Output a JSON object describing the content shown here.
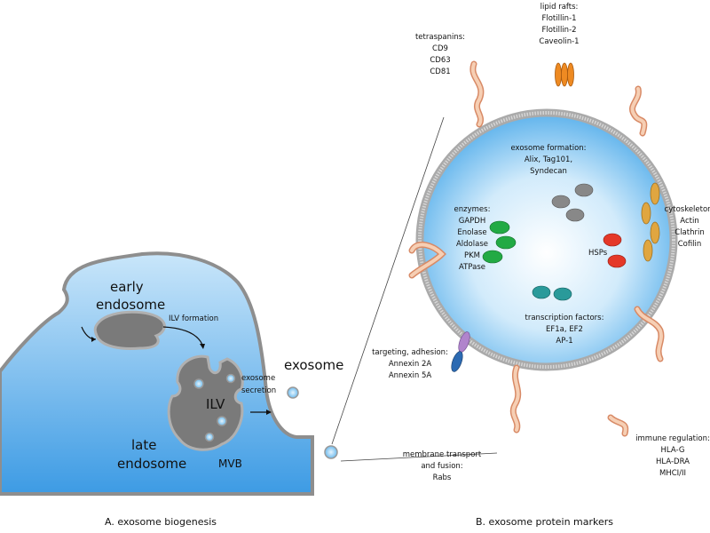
{
  "panel_a": {
    "title": "A. exosome biogenesis",
    "early_endosome": [
      "early",
      "endosome"
    ],
    "ilv_formation": "ILV formation",
    "ilv": "ILV",
    "late_endosome": [
      "late",
      "endosome"
    ],
    "mvb": "MVB",
    "exosome_secretion": [
      "exosome",
      "secretion"
    ],
    "exosome": "exosome"
  },
  "panel_b": {
    "title": "B. exosome protein markers",
    "tetraspanins": [
      "tetraspanins:",
      "CD9",
      "CD63",
      "CD81"
    ],
    "lipid_rafts": [
      "lipid rafts:",
      "Flotillin-1",
      "Flotillin-2",
      "Caveolin-1"
    ],
    "exosome_formation": [
      "exosome formation:",
      "Alix, Tag101,",
      "Syndecan"
    ],
    "enzymes": [
      "enzymes:",
      "GAPDH",
      "Enolase",
      "Aldolase",
      "PKM",
      "ATPase"
    ],
    "hsps": "HSPs",
    "cytoskeleton": [
      "cytoskeleton:",
      "Actin",
      "Clathrin",
      "Cofilin"
    ],
    "transcription_factors": [
      "transcription factors:",
      "EF1a, EF2",
      "AP-1"
    ],
    "targeting_adhesion": [
      "targeting, adhesion:",
      "Annexin 2A",
      "Annexin 5A"
    ],
    "membrane_transport": [
      "membrane transport",
      "and fusion:",
      "Rabs"
    ],
    "immune_regulation": [
      "immune regulation:",
      "HLA-G",
      "HLA-DRA",
      "MHCI/II"
    ]
  },
  "colors": {
    "cytoplasm": "#5aaee8",
    "membrane": "#8a8a8a",
    "endosome": "#7a7a7a",
    "tetraspanin": "#f2c4a4",
    "lipid_raft": "#ee8a22",
    "cytoskeleton": "#e0a640",
    "enzyme": "#22aa44",
    "hsp": "#e43828",
    "exosome_formation": "#888888",
    "transcription": "#2a9a9a",
    "annexin_a": "#b084cc",
    "annexin_b": "#2c6ab2"
  }
}
